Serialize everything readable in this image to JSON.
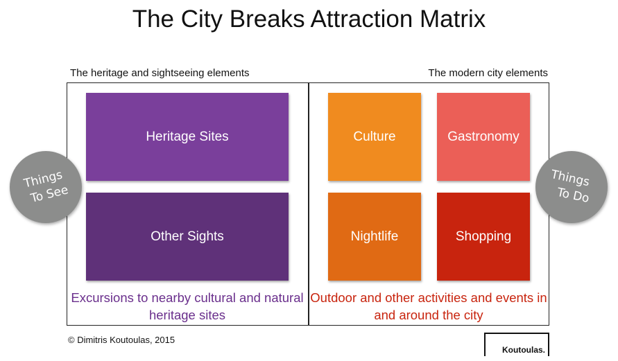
{
  "title": "The City Breaks Attraction Matrix",
  "sections": {
    "left_label": "The heritage and sightseeing elements",
    "right_label": "The modern city elements"
  },
  "tiles": {
    "heritage_sites": {
      "label": "Heritage Sites",
      "color": "#7a3f9b"
    },
    "other_sights": {
      "label": "Other Sights",
      "color": "#5f3179"
    },
    "culture": {
      "label": "Culture",
      "color": "#f08b1f"
    },
    "gastronomy": {
      "label": "Gastronomy",
      "color": "#eb5f57"
    },
    "nightlife": {
      "label": "Nightlife",
      "color": "#e06a14"
    },
    "shopping": {
      "label": "Shopping",
      "color": "#c8240e"
    }
  },
  "captions": {
    "left": "Excursions to nearby cultural and natural heritage sites",
    "left_color": "#6a2f8c",
    "right": "Outdoor and other activities and events in and around the city",
    "right_color": "#c8240e"
  },
  "badges": {
    "left": {
      "line1": "Things",
      "line2": "To See"
    },
    "right": {
      "line1": "Things",
      "line2": "To Do"
    }
  },
  "footer": {
    "copyright": "© Dimitris Koutoulas, 2015",
    "logo": "Koutoulas."
  }
}
